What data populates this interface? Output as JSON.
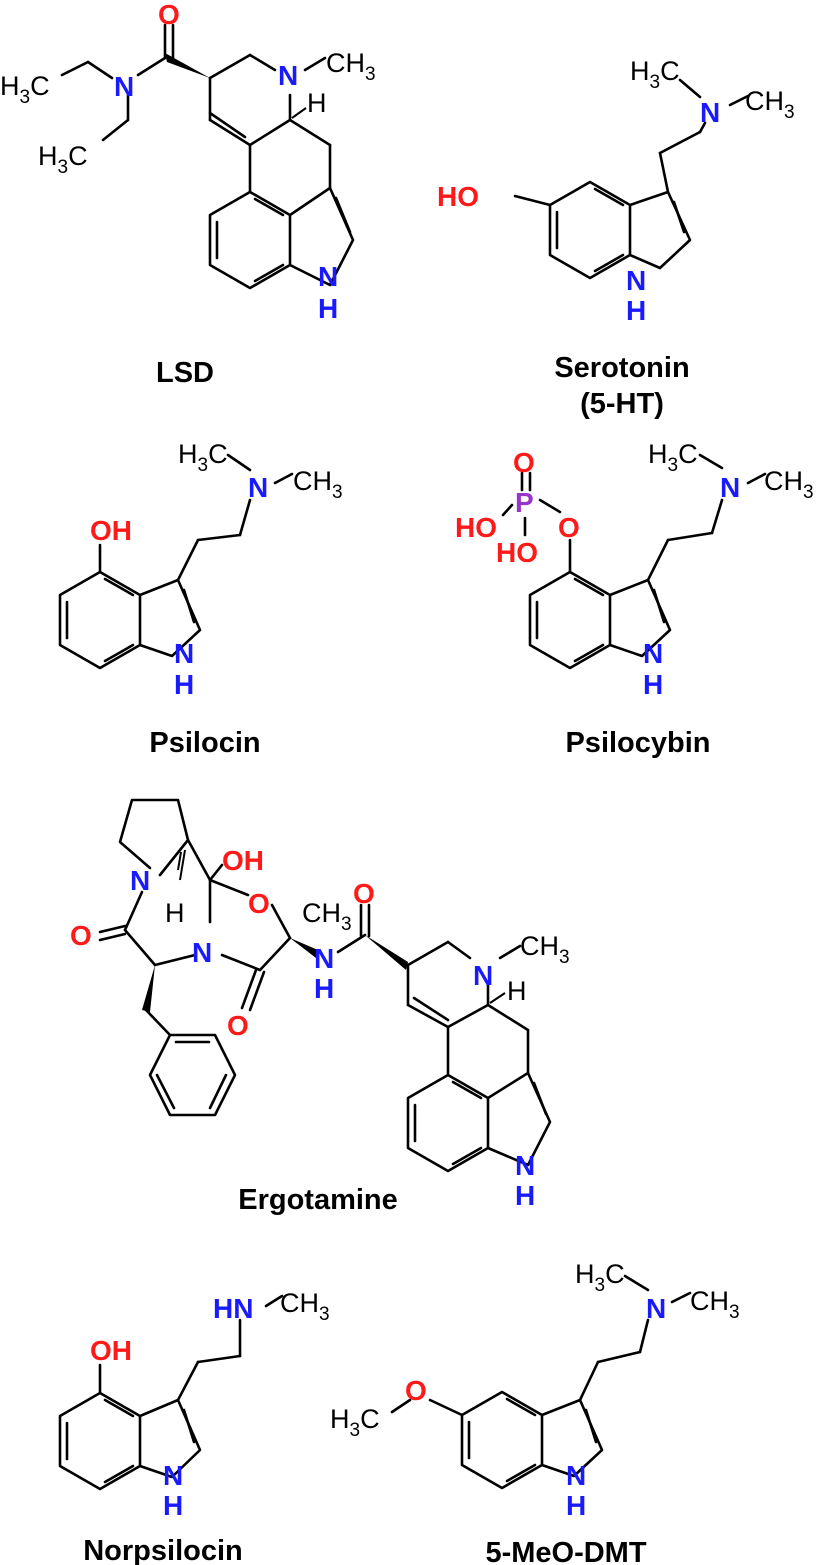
{
  "colors": {
    "nitrogen": "#1a1aff",
    "oxygen": "#ff1a1a",
    "phosphorus": "#9933cc",
    "carbon": "#000000"
  },
  "compounds": {
    "lsd": {
      "name": "LSD",
      "atoms": {
        "o1": "O",
        "n_amide": "N",
        "n_ring": "N",
        "ch3": "CH",
        "ch3_sub": "3",
        "h_stereo": "H",
        "nh_n": "N",
        "nh_h": "H",
        "et1": "H",
        "et1_sub": "3",
        "et1_c": "C",
        "et2": "H",
        "et2_sub": "3",
        "et2_c": "C"
      }
    },
    "serotonin": {
      "name_line1": "Serotonin",
      "name_line2": "(5-HT)",
      "atoms": {
        "ho": "HO",
        "n": "N",
        "h3c_h": "H",
        "h3c_sub": "3",
        "h3c_c": "C",
        "ch3": "CH",
        "ch3_sub": "3",
        "nh_n": "N",
        "nh_h": "H"
      }
    },
    "psilocin": {
      "name": "Psilocin",
      "atoms": {
        "oh": "OH",
        "n": "N",
        "h3c_h": "H",
        "h3c_sub": "3",
        "h3c_c": "C",
        "ch3": "CH",
        "ch3_sub": "3",
        "nh_n": "N",
        "nh_h": "H"
      }
    },
    "psilocybin": {
      "name": "Psilocybin",
      "atoms": {
        "o_top": "O",
        "p": "P",
        "ho1": "HO",
        "ho2": "HO",
        "o_ester": "O",
        "n": "N",
        "h3c_h": "H",
        "h3c_sub": "3",
        "h3c_c": "C",
        "ch3": "CH",
        "ch3_sub": "3",
        "nh_n": "N",
        "nh_h": "H"
      }
    },
    "ergotamine": {
      "name": "Ergotamine",
      "atoms": {
        "n_pyr": "N",
        "oh": "OH",
        "o_ring": "O",
        "o_left": "O",
        "h_left": "H",
        "n_mid": "N",
        "ch3_mid": "CH",
        "ch3_mid_sub": "3",
        "o_bottom": "O",
        "nh_n": "N",
        "nh_h": "H",
        "o_amide": "O",
        "n_ring": "N",
        "ch3": "CH",
        "ch3_sub": "3",
        "h_stereo": "H",
        "indole_n": "N",
        "indole_h": "H"
      }
    },
    "norpsilocin": {
      "name": "Norpsilocin",
      "atoms": {
        "oh": "OH",
        "hn": "HN",
        "ch3": "CH",
        "ch3_sub": "3",
        "nh_n": "N",
        "nh_h": "H"
      }
    },
    "meo_dmt": {
      "name": "5-MeO-DMT",
      "atoms": {
        "o": "O",
        "h3c_h": "H",
        "h3c_sub": "3",
        "h3c_c": "C",
        "n": "N",
        "nh3c_h": "H",
        "nh3c_sub": "3",
        "nh3c_c": "C",
        "ch3": "CH",
        "ch3_sub": "3",
        "nh_n": "N",
        "nh_h": "H"
      }
    }
  }
}
